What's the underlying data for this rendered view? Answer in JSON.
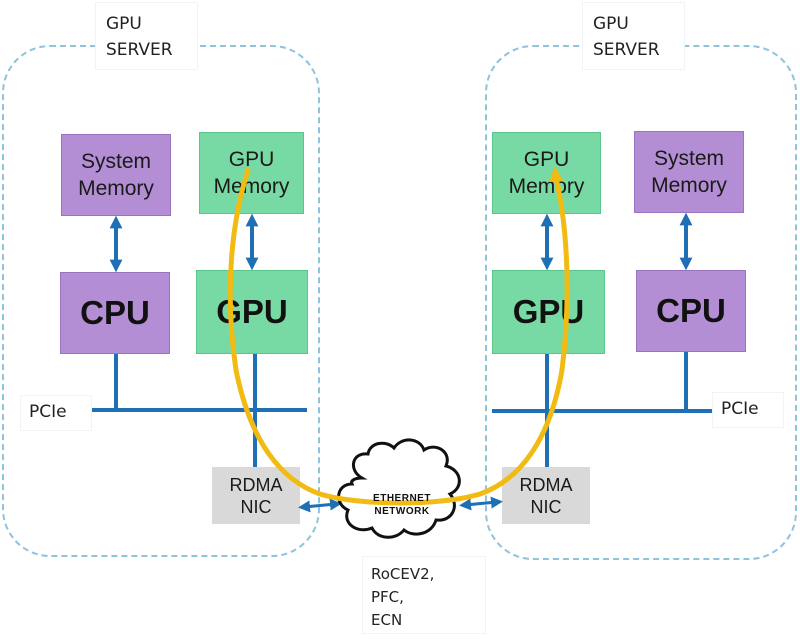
{
  "left_server": {
    "title_line1": "GPU",
    "title_line2": "SERVER",
    "system_memory_line1": "System",
    "system_memory_line2": "Memory",
    "gpu_memory_line1": "GPU",
    "gpu_memory_line2": "Memory",
    "cpu": "CPU",
    "gpu": "GPU",
    "nic_line1": "RDMA",
    "nic_line2": "NIC",
    "pcie": "PCIe"
  },
  "right_server": {
    "title_line1": "GPU",
    "title_line2": "SERVER",
    "system_memory_line1": "System",
    "system_memory_line2": "Memory",
    "gpu_memory_line1": "GPU",
    "gpu_memory_line2": "Memory",
    "cpu": "CPU",
    "gpu": "GPU",
    "nic_line1": "RDMA",
    "nic_line2": "NIC",
    "pcie": "PCIe"
  },
  "network": {
    "line1": "ETHERNET",
    "line2": "NETWORK"
  },
  "protocols": [
    "RoCEV2,",
    "PFC,",
    "ECN"
  ],
  "colors": {
    "server_border": "#8ec3dc",
    "purple_block": "#b38ed4",
    "green_block": "#77d9a3",
    "nic_block": "#d9d9d9",
    "bus_line": "#1f6fb5",
    "data_path": "#f2bb13"
  }
}
